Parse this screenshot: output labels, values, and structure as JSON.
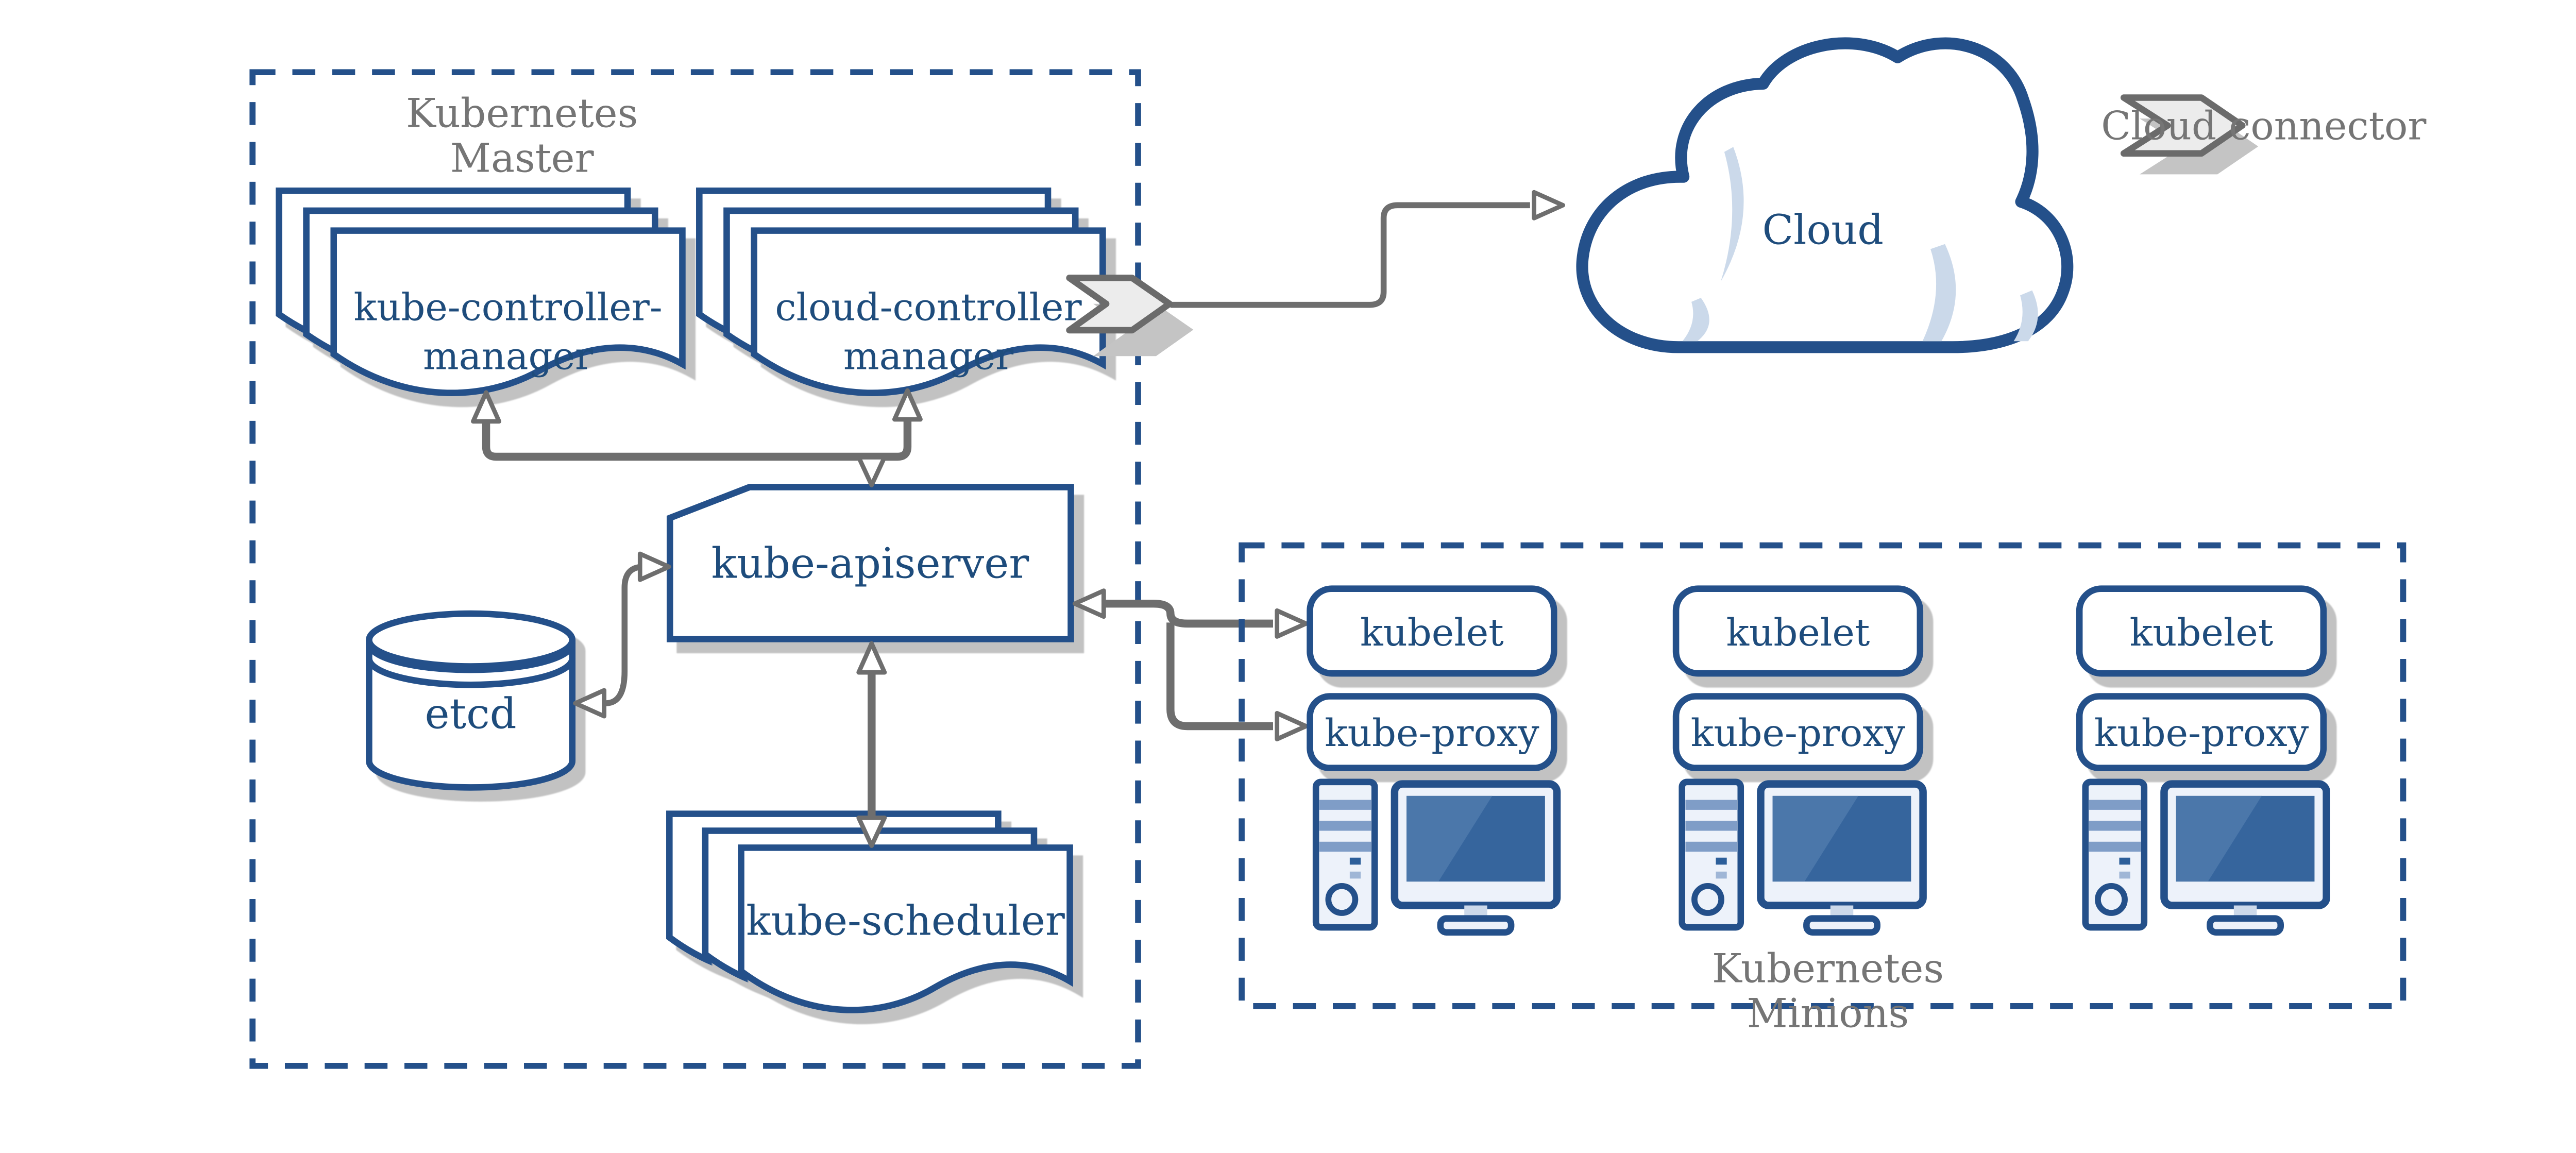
{
  "colors": {
    "blue": "#24508a",
    "text_blue": "#1e4c7c",
    "gray_text": "#757575",
    "connector": "#6e6e6e",
    "shadow": "#c2c2c2",
    "light_fill": "#edf2fa",
    "accent_light_blue": "#cbd9ea",
    "screen_blue": "#36659d",
    "screen_sheen": "#4b77aa",
    "stripe_blue": "#7f9dc7",
    "chevron_fill": "#ececec",
    "chevron_stroke": "#6b6b6b"
  },
  "master": {
    "title_line1": "Kubernetes",
    "title_line2": "Master",
    "kube_controller_manager": {
      "line1": "kube-controller-",
      "line2": "manager"
    },
    "cloud_controller_manager": {
      "line1": "cloud-controller",
      "line2": "manager"
    },
    "kube_apiserver": "kube-apiserver",
    "etcd": "etcd",
    "kube_scheduler": "kube-scheduler"
  },
  "cloud": {
    "label": "Cloud"
  },
  "legend": {
    "label": "Cloud connector"
  },
  "minions": {
    "title_line1": "Kubernetes",
    "title_line2": "Minions",
    "nodes": [
      {
        "kubelet": "kubelet",
        "kube_proxy": "kube-proxy"
      },
      {
        "kubelet": "kubelet",
        "kube_proxy": "kube-proxy"
      },
      {
        "kubelet": "kubelet",
        "kube_proxy": "kube-proxy"
      }
    ]
  }
}
